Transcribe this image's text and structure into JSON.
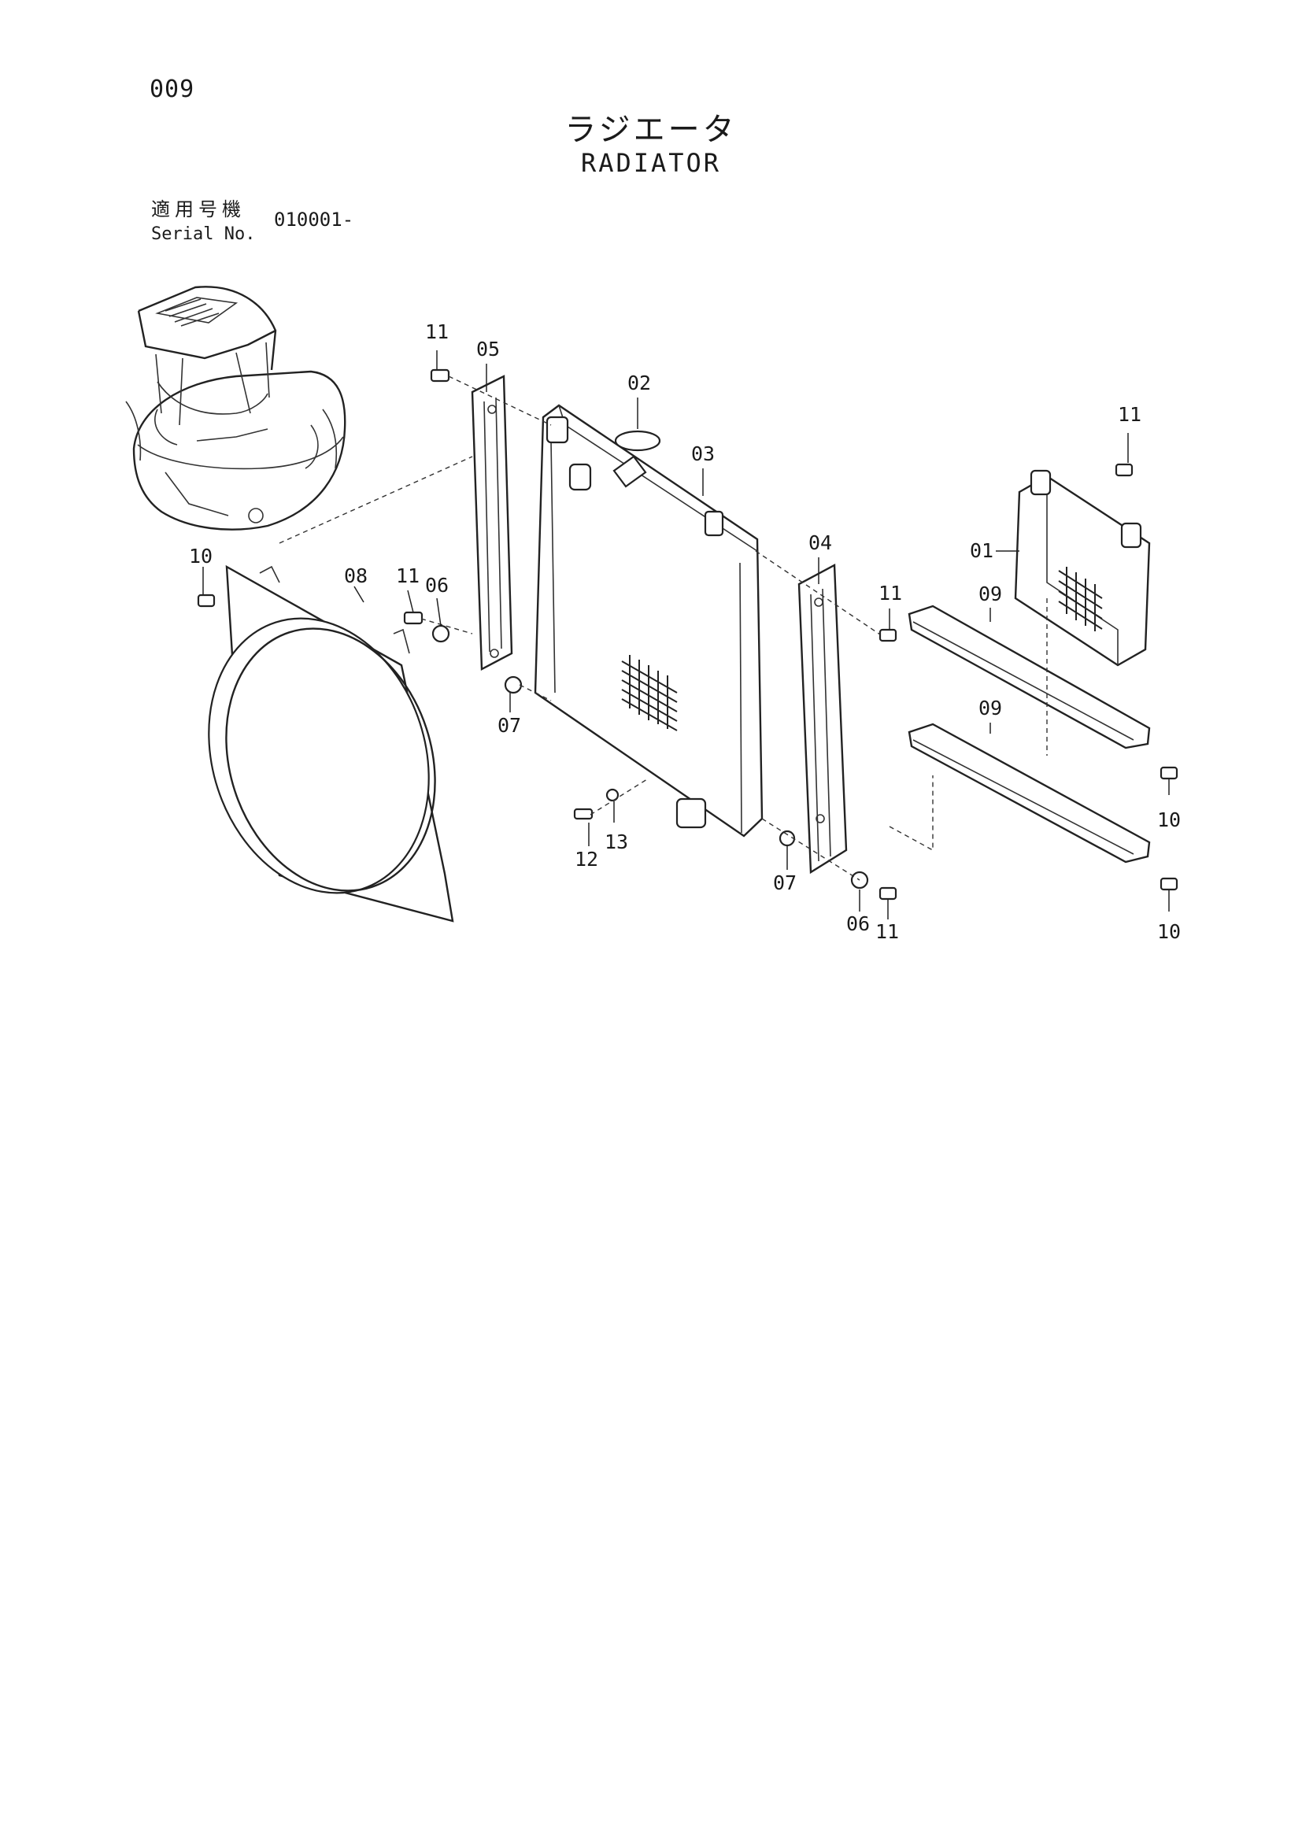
{
  "page": {
    "number": "009",
    "title_jp": "ラジエータ",
    "title_en": "RADIATOR",
    "serial_label_jp": "適用号機",
    "serial_label_en": "Serial No.",
    "serial_value": "010001-"
  },
  "diagram": {
    "callouts": [
      {
        "id": "c-11-a",
        "text": "11"
      },
      {
        "id": "c-05",
        "text": "05"
      },
      {
        "id": "c-02",
        "text": "02"
      },
      {
        "id": "c-03",
        "text": "03"
      },
      {
        "id": "c-11-b",
        "text": "11"
      },
      {
        "id": "c-01",
        "text": "01"
      },
      {
        "id": "c-04",
        "text": "04"
      },
      {
        "id": "c-11-c",
        "text": "11"
      },
      {
        "id": "c-09-a",
        "text": "09"
      },
      {
        "id": "c-10-a",
        "text": "10"
      },
      {
        "id": "c-08",
        "text": "08"
      },
      {
        "id": "c-11-d",
        "text": "11"
      },
      {
        "id": "c-06-a",
        "text": "06"
      },
      {
        "id": "c-07-a",
        "text": "07"
      },
      {
        "id": "c-09-b",
        "text": "09"
      },
      {
        "id": "c-10-b",
        "text": "10"
      },
      {
        "id": "c-12",
        "text": "12"
      },
      {
        "id": "c-13",
        "text": "13"
      },
      {
        "id": "c-07-b",
        "text": "07"
      },
      {
        "id": "c-06-b",
        "text": "06"
      },
      {
        "id": "c-11-e",
        "text": "11"
      },
      {
        "id": "c-10-c",
        "text": "10"
      }
    ]
  }
}
